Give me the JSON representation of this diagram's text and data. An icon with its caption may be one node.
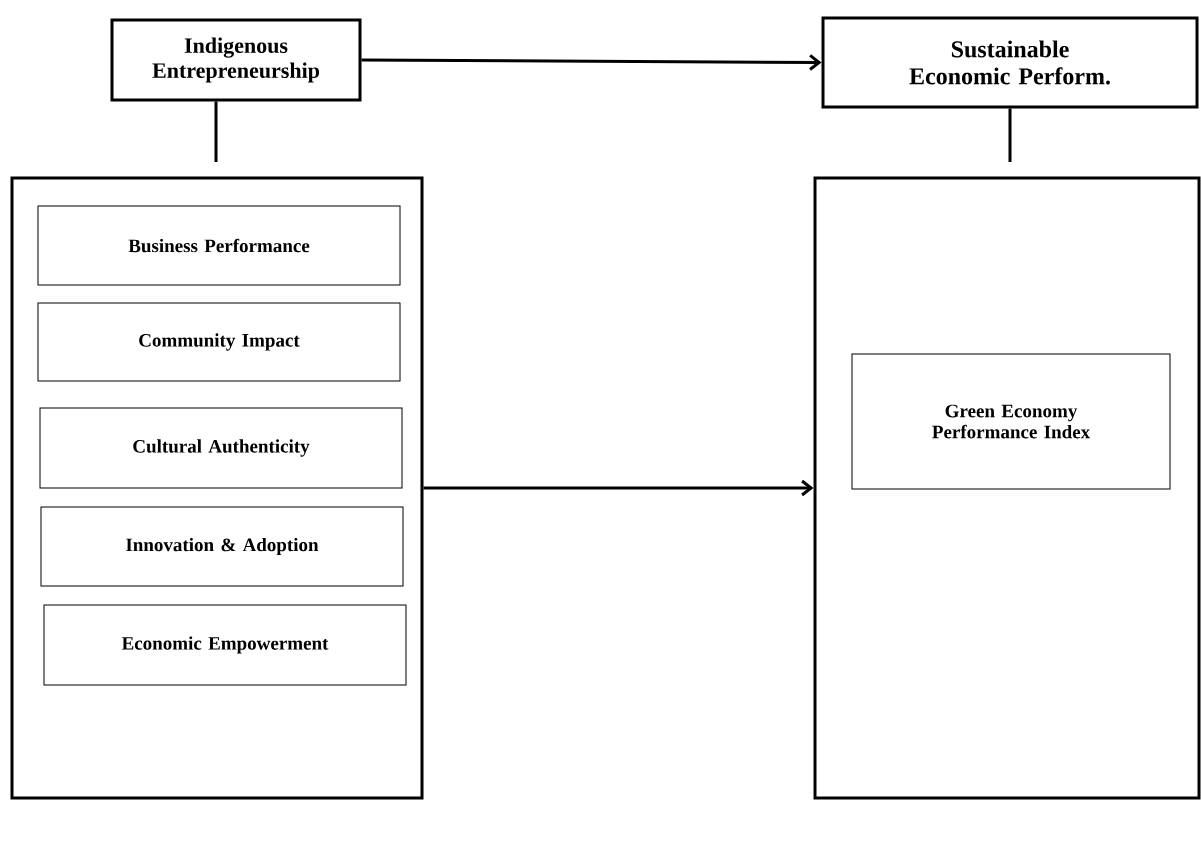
{
  "diagram": {
    "nodes": [
      {
        "text": [
          "Indigenous Entrepreneurship"
        ]
      },
      {
        "text": [
          "Sustainable Economic Perform."
        ]
      },
      {
        "text": [],
        "shape": "box"
      },
      {
        "text": [
          "Business Performance"
        ],
        "in": 2
      },
      {
        "text": [
          "Community Impact"
        ],
        "in": 2
      },
      {
        "text": [
          "Cultural Authenticity"
        ],
        "in": 2
      },
      {
        "text": [
          "Innovation & Adoption"
        ],
        "in": 2
      },
      {
        "text": [
          "Economic Empowerment"
        ],
        "in": 2
      },
      {
        "text": [],
        "shape": "box"
      },
      {
        "text": [
          "Green Economy Performance Index"
        ],
        "in": 8
      }
    ],
    "edges": [
      {
        "from": 0,
        "to": 1,
        "arrow": "to"
      },
      {
        "from": 0,
        "to": 2,
        "arrow": "none"
      },
      {
        "from": 1,
        "to": 8,
        "arrow": "none"
      },
      {
        "from": 2,
        "to": 8,
        "arrow": "to"
      }
    ]
  }
}
